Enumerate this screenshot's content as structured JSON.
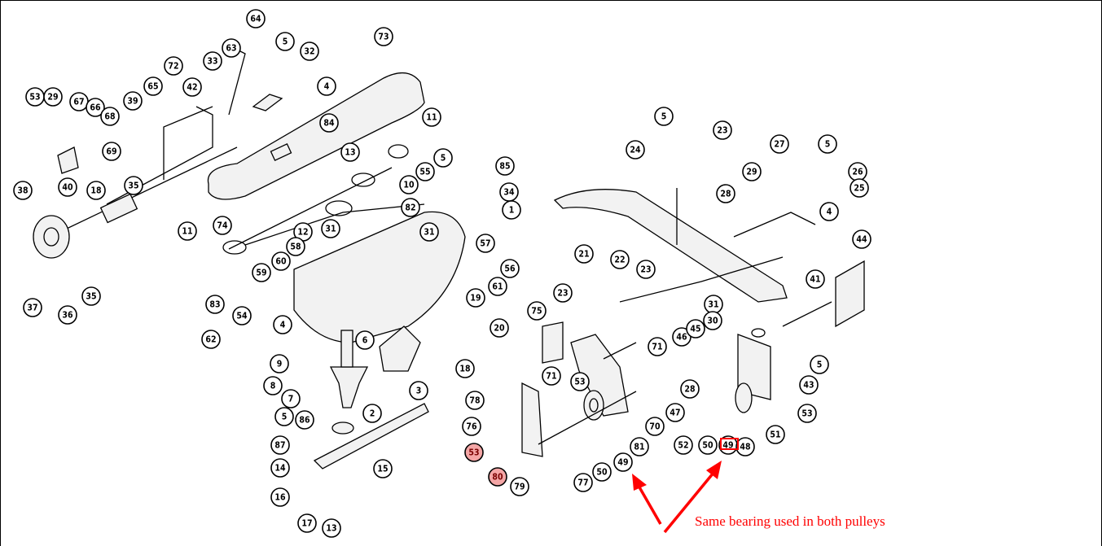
{
  "diagram": {
    "title_note": "Same bearing used in both pulleys",
    "highlight_color": "#ff0000",
    "highlight_fill": "#f4a6a6",
    "highlighted_part": "49",
    "callouts": [
      "64",
      "5",
      "32",
      "73",
      "63",
      "4",
      "72",
      "33",
      "65",
      "42",
      "53",
      "29",
      "67",
      "66",
      "68",
      "39",
      "84",
      "11",
      "69",
      "13",
      "5",
      "35",
      "55",
      "10",
      "18",
      "40",
      "38",
      "82",
      "85",
      "34",
      "74",
      "12",
      "31",
      "31",
      "1",
      "11",
      "58",
      "57",
      "60",
      "56",
      "59",
      "61",
      "83",
      "54",
      "4",
      "37",
      "36",
      "35",
      "19",
      "20",
      "62",
      "6",
      "9",
      "8",
      "18",
      "7",
      "3",
      "5",
      "86",
      "2",
      "87",
      "14",
      "15",
      "16",
      "17",
      "13",
      "5",
      "23",
      "24",
      "27",
      "5",
      "29",
      "26",
      "28",
      "25",
      "4",
      "44",
      "21",
      "22",
      "23",
      "41",
      "23",
      "75",
      "31",
      "30",
      "46",
      "45",
      "71",
      "5",
      "71",
      "53",
      "28",
      "43",
      "47",
      "53",
      "78",
      "70",
      "76",
      "51",
      "81",
      "52",
      "50",
      "49",
      "48",
      "53",
      "49",
      "50",
      "80",
      "77",
      "79"
    ]
  }
}
